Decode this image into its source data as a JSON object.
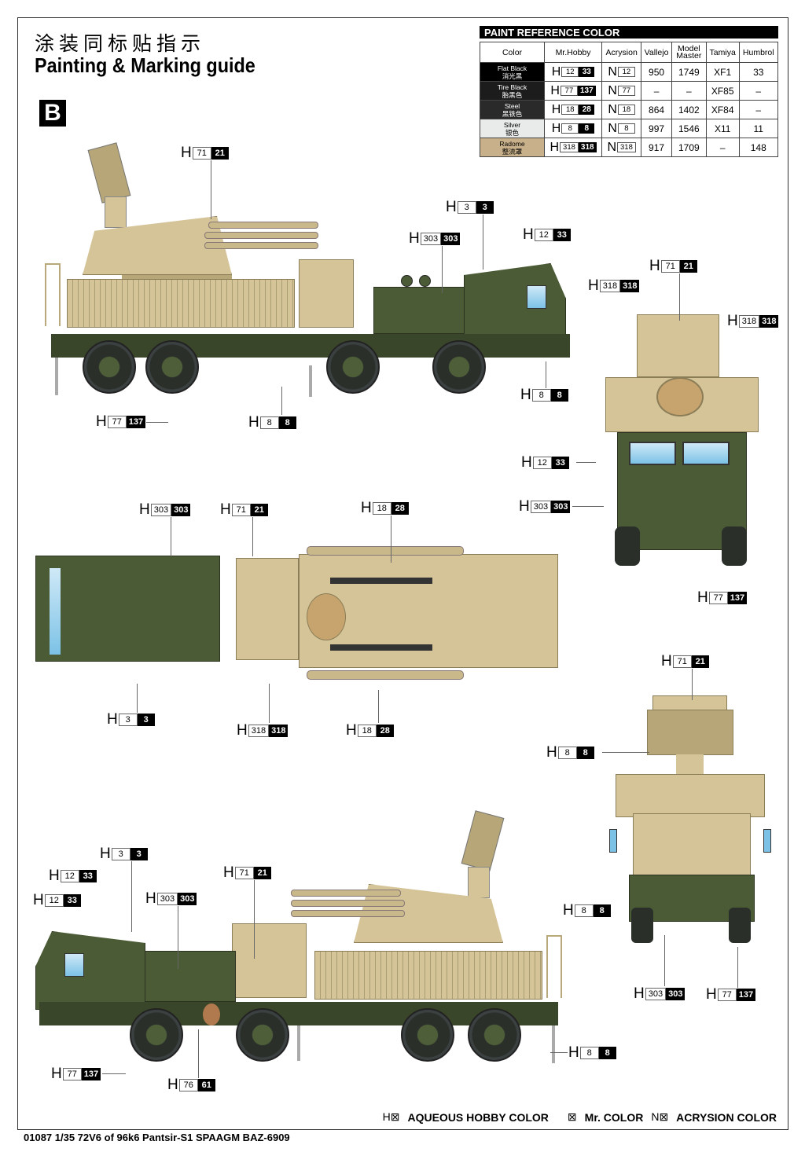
{
  "header": {
    "title_cn": "涂装同标贴指示",
    "title_en": "Painting & Marking guide",
    "scheme_letter": "B"
  },
  "paint_table": {
    "title": "PAINT  REFERENCE COLOR",
    "columns": [
      "Color",
      "Mr.Hobby",
      "Acrysion",
      "Vallejo",
      "Model Master",
      "Tamiya",
      "Humbrol"
    ],
    "rows": [
      {
        "name_en": "Flat Black",
        "name_cn": "消光黑",
        "swatch": "#000000",
        "text_color": "#ffffff",
        "h_white": "12",
        "h_black": "33",
        "n": "12",
        "vallejo": "950",
        "model_master": "1749",
        "tamiya": "XF1",
        "humbrol": "33"
      },
      {
        "name_en": "Tire Black",
        "name_cn": "胎黑色",
        "swatch": "#1c1c1c",
        "text_color": "#ffffff",
        "h_white": "77",
        "h_black": "137",
        "n": "77",
        "vallejo": "–",
        "model_master": "–",
        "tamiya": "XF85",
        "humbrol": "–"
      },
      {
        "name_en": "Steel",
        "name_cn": "黑铁色",
        "swatch": "#2a2a2a",
        "text_color": "#ffffff",
        "h_white": "18",
        "h_black": "28",
        "n": "18",
        "vallejo": "864",
        "model_master": "1402",
        "tamiya": "XF84",
        "humbrol": "–"
      },
      {
        "name_en": "Silver",
        "name_cn": "银色",
        "swatch": "#e9ebea",
        "text_color": "#000000",
        "h_white": "8",
        "h_black": "8",
        "n": "8",
        "vallejo": "997",
        "model_master": "1546",
        "tamiya": "X11",
        "humbrol": "11"
      },
      {
        "name_en": "Radome",
        "name_cn": "整流罩",
        "swatch": "#c7b08a",
        "text_color": "#000000",
        "h_white": "318",
        "h_black": "318",
        "n": "318",
        "vallejo": "917",
        "model_master": "1709",
        "tamiya": "–",
        "humbrol": "148"
      }
    ]
  },
  "callouts": {
    "side_right": [
      {
        "w": "71",
        "b": "21"
      },
      {
        "w": "3",
        "b": "3"
      },
      {
        "w": "303",
        "b": "303"
      },
      {
        "w": "12",
        "b": "33"
      },
      {
        "w": "8",
        "b": "8"
      },
      {
        "w": "77",
        "b": "137"
      },
      {
        "w": "8",
        "b": "8"
      }
    ],
    "front": [
      {
        "w": "71",
        "b": "21"
      },
      {
        "w": "318",
        "b": "318"
      },
      {
        "w": "318",
        "b": "318"
      },
      {
        "w": "12",
        "b": "33"
      },
      {
        "w": "303",
        "b": "303"
      },
      {
        "w": "77",
        "b": "137"
      }
    ],
    "top": [
      {
        "w": "303",
        "b": "303"
      },
      {
        "w": "71",
        "b": "21"
      },
      {
        "w": "18",
        "b": "28"
      },
      {
        "w": "3",
        "b": "3"
      },
      {
        "w": "318",
        "b": "318"
      },
      {
        "w": "18",
        "b": "28"
      }
    ],
    "rear": [
      {
        "w": "71",
        "b": "21"
      },
      {
        "w": "8",
        "b": "8"
      },
      {
        "w": "8",
        "b": "8"
      },
      {
        "w": "303",
        "b": "303"
      },
      {
        "w": "77",
        "b": "137"
      }
    ],
    "side_left": [
      {
        "w": "3",
        "b": "3"
      },
      {
        "w": "12",
        "b": "33"
      },
      {
        "w": "12",
        "b": "33"
      },
      {
        "w": "71",
        "b": "21"
      },
      {
        "w": "303",
        "b": "303"
      },
      {
        "w": "77",
        "b": "137"
      },
      {
        "w": "76",
        "b": "61"
      },
      {
        "w": "8",
        "b": "8"
      }
    ],
    "prefix": "H"
  },
  "legend": {
    "h_symbol": "H⊠",
    "h_label": "AQUEOUS HOBBY COLOR",
    "mr_symbol": "⊠",
    "mr_label": "Mr. COLOR",
    "n_symbol": "N⊠",
    "n_label": "ACRYSION COLOR"
  },
  "footer": {
    "caption": "01087 1/35  72V6 of 96k6 Pantsir-S1 SPAAGM BAZ-6909"
  },
  "colors": {
    "camo_green": "#4b5b36",
    "tan": "#d4c497",
    "tire": "#2a2f2a"
  }
}
